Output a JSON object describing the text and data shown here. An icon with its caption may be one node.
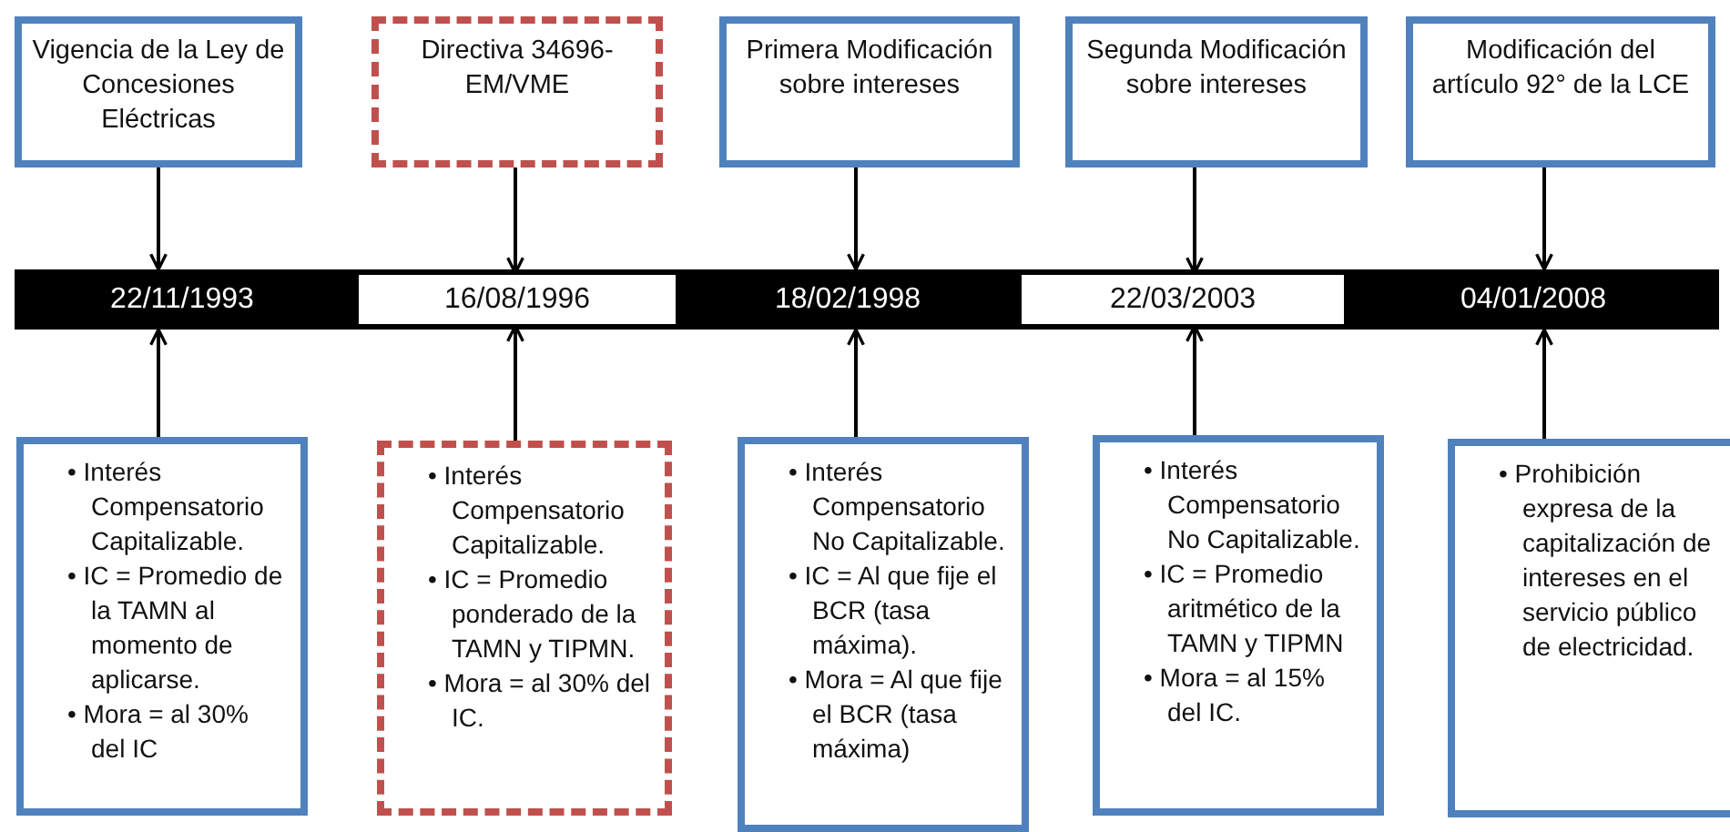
{
  "diagram": {
    "nodes": [
      {
        "text": [
          "Vigencia de la Ley de Concesiones Eléctricas"
        ]
      },
      {
        "text": [
          "Directiva 34696-EM/VME"
        ]
      },
      {
        "text": [
          "Primera Modificación sobre intereses"
        ]
      },
      {
        "text": [
          "Segunda Modificación sobre intereses"
        ]
      },
      {
        "text": [
          "Modificación del artículo 92° de la LCE"
        ]
      },
      {
        "text": [
          "22/11/1993"
        ]
      },
      {
        "text": [
          "16/08/1996"
        ]
      },
      {
        "text": [
          "18/02/1998"
        ]
      },
      {
        "text": [
          "22/03/2003"
        ]
      },
      {
        "text": [
          "04/01/2008"
        ]
      },
      {
        "text": [
          "• Interés Compensatorio Capitalizable.",
          "• IC = Promedio de la  TAMN al momento de aplicarse.",
          "• Mora = al 30% del IC"
        ]
      },
      {
        "text": [
          "• Interés Compensatorio Capitalizable.",
          "• IC = Promedio ponderado de la TAMN y TIPMN.",
          "• Mora = al 30% del IC."
        ]
      },
      {
        "text": [
          "• Interés Compensatorio No Capitalizable.",
          "• IC = Al que fije el BCR (tasa máxima).",
          "• Mora = Al que fije el BCR (tasa máxima)"
        ]
      },
      {
        "text": [
          "• Interés Compensatorio No Capitalizable.",
          "• IC = Promedio aritmético de la TAMN y TIPMN",
          "• Mora = al 15% del IC."
        ]
      },
      {
        "text": [
          "• Prohibición expresa de la capitalización de intereses en el servicio público de electricidad."
        ]
      }
    ],
    "edges": [
      {
        "from": 0,
        "to": 5,
        "arrow": "to"
      },
      {
        "from": 1,
        "to": 6,
        "arrow": "to"
      },
      {
        "from": 2,
        "to": 7,
        "arrow": "to"
      },
      {
        "from": 3,
        "to": 8,
        "arrow": "to"
      },
      {
        "from": 4,
        "to": 9,
        "arrow": "to"
      },
      {
        "from": 10,
        "to": 5,
        "arrow": "to"
      },
      {
        "from": 11,
        "to": 6,
        "arrow": "to"
      },
      {
        "from": 12,
        "to": 7,
        "arrow": "to"
      },
      {
        "from": 13,
        "to": 8,
        "arrow": "to"
      },
      {
        "from": 14,
        "to": 9,
        "arrow": "to"
      }
    ]
  }
}
